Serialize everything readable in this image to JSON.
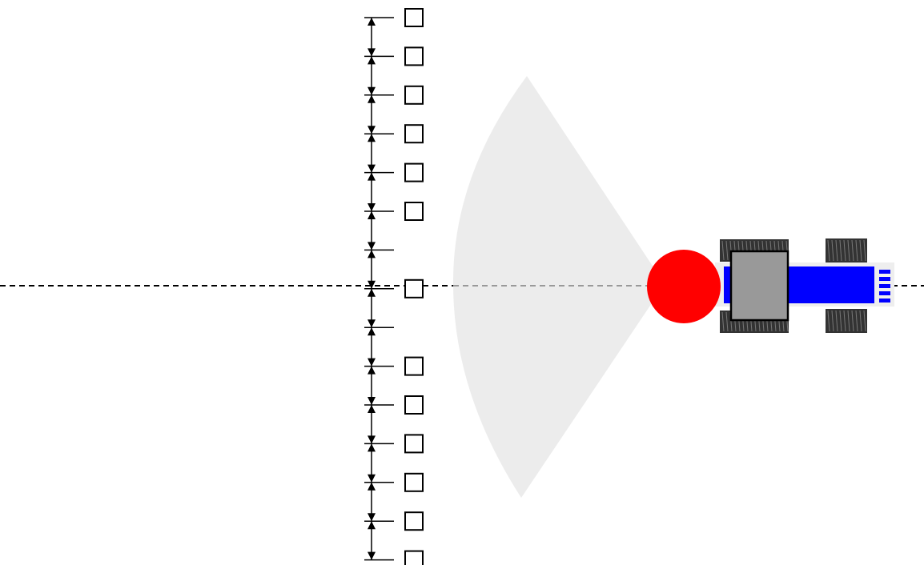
{
  "diagram": {
    "colors": {
      "background": "#ffffff",
      "sensor_fov": "#ececec",
      "target": "#ff0000",
      "vehicle_body": "#0000ff",
      "vehicle_body_edge": "#eeeeee",
      "cab": "#999999",
      "tire": "#333333",
      "centerline": "#000000",
      "centerline_in_fov": "#999999",
      "dimension_lines": "#000000"
    },
    "checkboxes": [
      {
        "row": 1,
        "checked": false
      },
      {
        "row": 2,
        "checked": false
      },
      {
        "row": 3,
        "checked": false
      },
      {
        "row": 4,
        "checked": false
      },
      {
        "row": 5,
        "checked": false
      },
      {
        "row": 6,
        "checked": false
      },
      {
        "row": 8,
        "checked": false
      },
      {
        "row": 10,
        "checked": false
      },
      {
        "row": 11,
        "checked": false
      },
      {
        "row": 12,
        "checked": false
      },
      {
        "row": 13,
        "checked": false
      },
      {
        "row": 14,
        "checked": false
      },
      {
        "row": 15,
        "checked": false
      }
    ]
  }
}
